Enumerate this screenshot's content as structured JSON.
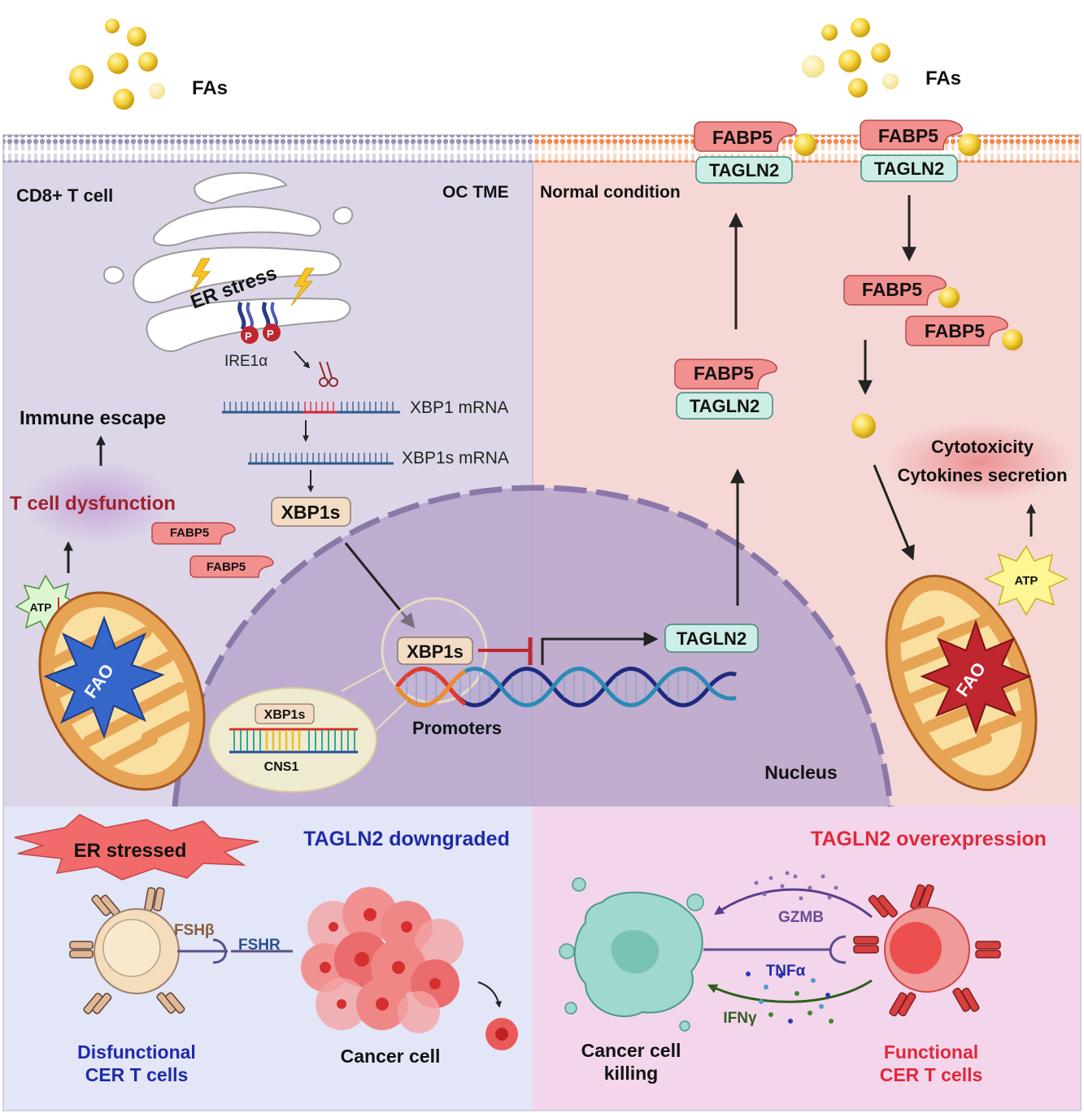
{
  "colors": {
    "left_panel": "#ddd6e8",
    "right_panel": "#f5d7d6",
    "nucleus": "#b7a6cc",
    "bottom_left": "#e2e6f7",
    "bottom_right": "#f3d6ec",
    "fabp5": "#f2908f",
    "tagln2": "#cdeee7",
    "xbp1s": "#f3dcc3",
    "mito": "#e7a455",
    "dark_red": "#a1212a",
    "blue_title": "#1f2aa8",
    "red_title": "#e0283a"
  },
  "top": {
    "fas_left": "FAs",
    "fas_right": "FAs"
  },
  "left": {
    "cell_label": "CD8+ T cell",
    "env_label": "OC TME",
    "er_stress": "ER stress",
    "ire1a": "IRE1α",
    "p_badge": "P",
    "xbp1_mrna": "XBP1 mRNA",
    "xbp1s_mrna": "XBP1s mRNA",
    "xbp1s": "XBP1s",
    "immune_escape": "Immune escape",
    "t_cell_dysfunction": "T cell dysfunction",
    "fabp5_a": "FABP5",
    "fabp5_b": "FABP5",
    "atp": "ATP",
    "fao": "FAO"
  },
  "nucleus": {
    "xbp1s_bound": "XBP1s",
    "inset_xbp1s": "XBP1s",
    "cns1": "CNS1",
    "promoters": "Promoters",
    "tagln2": "TAGLN2",
    "label": "Nucleus"
  },
  "right": {
    "condition": "Normal condition",
    "membrane_fabp5_a": "FABP5",
    "membrane_tagln2_a": "TAGLN2",
    "membrane_fabp5_b": "FABP5",
    "membrane_tagln2_b": "TAGLN2",
    "mid_fabp5": "FABP5",
    "mid_tagln2": "TAGLN2",
    "free_fabp5_a": "FABP5",
    "free_fabp5_b": "FABP5",
    "cytotoxicity": "Cytotoxicity",
    "cytokines": "Cytokines secretion",
    "atp": "ATP",
    "fao": "FAO"
  },
  "bottom_left": {
    "er_stressed": "ER stressed",
    "title": "TAGLN2 downgraded",
    "fshb": "FSHβ",
    "fshr": "FSHR",
    "cell_line1": "Disfunctional",
    "cell_line2": "CER T cells",
    "cancer_cell": "Cancer cell"
  },
  "bottom_right": {
    "title": "TAGLN2 overexpression",
    "gzmb": "GZMB",
    "tnfa": "TNFα",
    "ifng": "IFNγ",
    "killing_line1": "Cancer cell",
    "killing_line2": "killing",
    "cell_line1": "Functional",
    "cell_line2": "CER T cells"
  }
}
